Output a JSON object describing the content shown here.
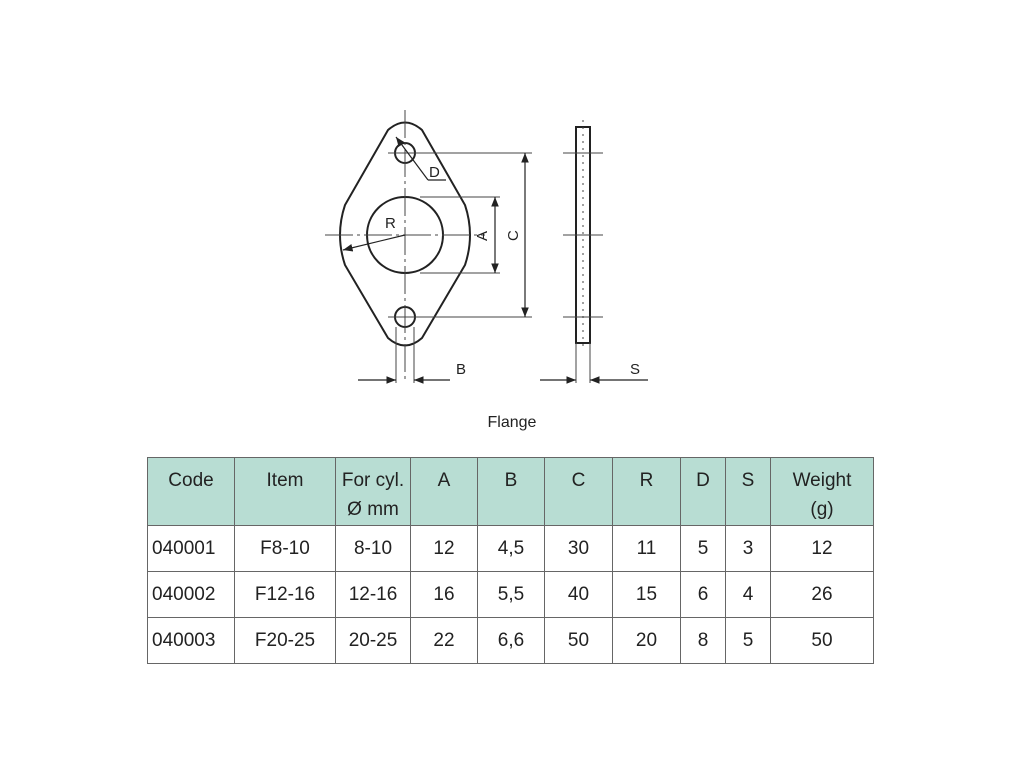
{
  "drawing": {
    "dimension_labels": {
      "D": "D",
      "R": "R",
      "A": "A",
      "C": "C",
      "B": "B",
      "S": "S"
    }
  },
  "caption": "Flange",
  "table": {
    "headers": [
      {
        "line1": "Code",
        "line2": ""
      },
      {
        "line1": "Item",
        "line2": ""
      },
      {
        "line1": "For cyl.",
        "line2": "Ø mm"
      },
      {
        "line1": "A",
        "line2": ""
      },
      {
        "line1": "B",
        "line2": ""
      },
      {
        "line1": "C",
        "line2": ""
      },
      {
        "line1": "R",
        "line2": ""
      },
      {
        "line1": "D",
        "line2": ""
      },
      {
        "line1": "S",
        "line2": ""
      },
      {
        "line1": "Weight",
        "line2": "(g)"
      }
    ],
    "rows": [
      [
        "040001",
        "F8-10",
        "8-10",
        "12",
        "4,5",
        "30",
        "11",
        "5",
        "3",
        "12"
      ],
      [
        "040002",
        "F12-16",
        "12-16",
        "16",
        "5,5",
        "40",
        "15",
        "6",
        "4",
        "26"
      ],
      [
        "040003",
        "F20-25",
        "20-25",
        "22",
        "6,6",
        "50",
        "20",
        "8",
        "5",
        "50"
      ]
    ],
    "header_color": "#b8ddd3"
  }
}
